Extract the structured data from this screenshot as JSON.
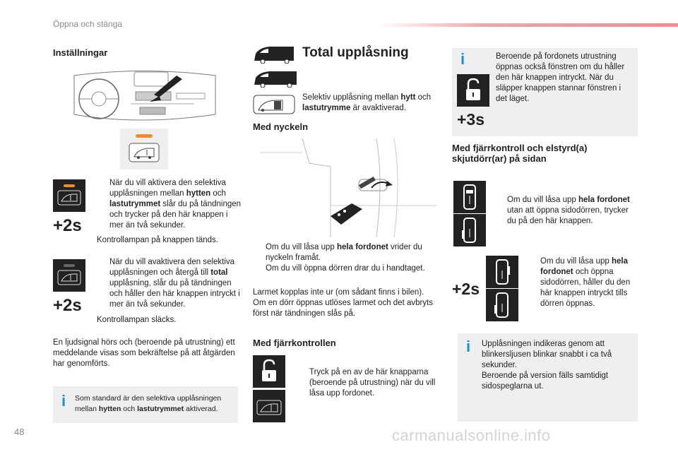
{
  "header": {
    "section": "Öppna och stänga"
  },
  "page_number": "48",
  "watermark": "carmanualsonline.info",
  "left": {
    "title": "Inställningar",
    "bullet1": {
      "pre": "När du vill aktivera den selektiva upplåsningen mellan ",
      "b1": "hytten",
      "mid": " och ",
      "b2": "lastutrymmet",
      "post": " slår du på tändningen och trycker på den här knappen i mer än två sekunder.",
      "after": "Kontrollampan på knappen tänds."
    },
    "bullet2": {
      "pre": "När du vill avaktivera den selektiva upplåsningen och återgå till ",
      "b1": "total",
      "post": " upplåsning, slår du på tändningen och håller den här knappen intryckt i mer än två sekunder.",
      "after": "Kontrollampan släcks."
    },
    "badge": "+2s",
    "para": "En ljudsignal hörs och (beroende på utrustning) ett meddelande visas som bekräftelse på att åtgärden har genomförts.",
    "note": {
      "pre": "Som standard är den selektiva upplåsningen mellan ",
      "b1": "hytten",
      "mid": " och ",
      "b2": "lastutrymmet",
      "post": " aktiverad."
    }
  },
  "middle": {
    "title": "Total upplåsning",
    "selective": {
      "pre": "Selektiv upplåsning mellan ",
      "b1": "hytt",
      "mid": " och ",
      "b2": "lastutrymme",
      "post": " är avaktiverad."
    },
    "key_title": "Med nyckeln",
    "key_b1": {
      "pre": "Om du vill låsa upp ",
      "b": "hela fordonet",
      "post": " vrider du nyckeln framåt."
    },
    "key_b2": "Om du vill öppna dörren drar du i handtaget.",
    "key_para": "Larmet kopplas inte ur (om sådant finns i bilen). Om en dörr öppnas utlöses larmet och det avbryts först när tändningen slås på.",
    "remote_title": "Med fjärrkontrollen",
    "remote_b1": "Tryck på en av de här knapparna (beroende på utrustning) när du vill låsa upp fordonet."
  },
  "right": {
    "info1": "Beroende på fordonets utrustning öppnas också fönstren om du håller den här knappen intryckt. När du släpper knappen stannar fönstren i det läget.",
    "badge3": "+3s",
    "title": "Med fjärrkontroll och elstyrd(a) skjutdörr(ar) på sidan",
    "b1": {
      "pre": "Om du vill låsa upp ",
      "b": "hela fordonet",
      "post": " utan att öppna sidodörren, trycker du på den här knappen."
    },
    "b2": {
      "pre": "Om du vill låsa upp ",
      "b": "hela fordonet",
      "post": " och öppna sidodörren, håller du den här knappen intryckt tills dörren öppnas."
    },
    "badge2": "+2s",
    "info2a": "Upplåsningen indikeras genom att blinkersljusen blinkar snabbt i ca två sekunder.",
    "info2b": "Beroende på version fälls samtidigt sidospeglarna ut."
  },
  "bullet_marker": "",
  "info_marker": "i",
  "colors": {
    "info_blue": "#1f8ed6",
    "accent_red": "#ee8e97",
    "dark_box": "#222222",
    "lamp_orange": "#f28c28"
  }
}
